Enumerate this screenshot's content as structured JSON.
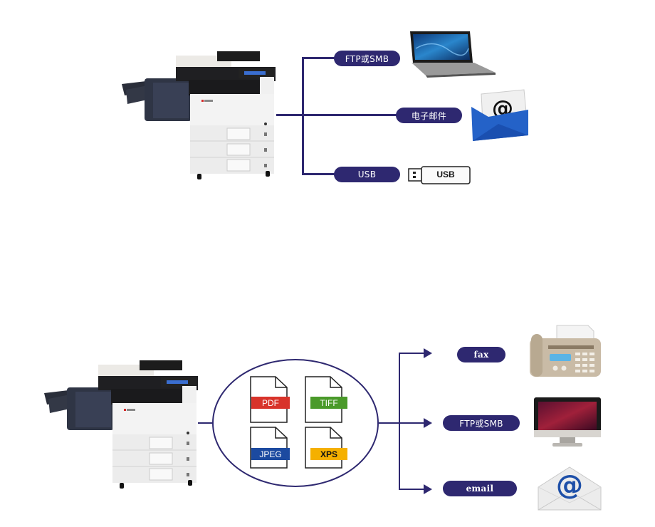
{
  "colors": {
    "connector": "#2e2870",
    "pill_bg": "#2e2870",
    "pill_text": "#ffffff",
    "pdf": "#d8332a",
    "tiff": "#4a9a2a",
    "jpeg": "#1c4aa0",
    "xps": "#f5b000"
  },
  "diagram_top": {
    "source": {
      "icon": "multifunction-printer-icon"
    },
    "targets": [
      {
        "label": "FTP或SMB",
        "icon": "laptop-icon"
      },
      {
        "label": "电子邮件",
        "icon": "email-envelope-icon"
      },
      {
        "label": "USB",
        "icon": "usb-drive-icon",
        "device_label": "USB"
      }
    ]
  },
  "diagram_bottom": {
    "source": {
      "icon": "multifunction-printer-icon"
    },
    "formats": [
      {
        "label": "PDF"
      },
      {
        "label": "TIFF"
      },
      {
        "label": "JPEG"
      },
      {
        "label": "XPS"
      }
    ],
    "targets": [
      {
        "label": "fax",
        "icon": "fax-machine-icon"
      },
      {
        "label": "FTP或SMB",
        "icon": "monitor-icon"
      },
      {
        "label": "email",
        "icon": "email-envelope-icon"
      }
    ]
  }
}
